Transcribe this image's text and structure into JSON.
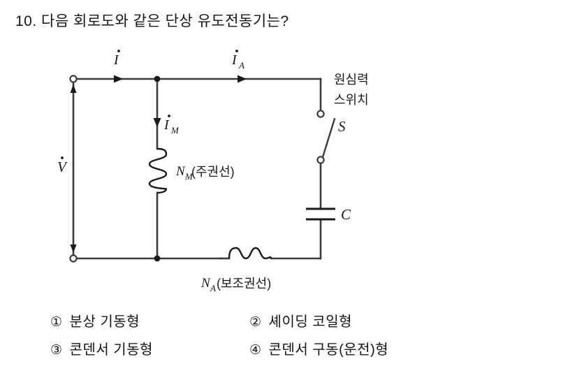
{
  "question": {
    "number": "10.",
    "text": "10. 다음 회로도와 같은 단상 유도전동기는?"
  },
  "figure": {
    "name": "single-phase-induction-motor-circuit",
    "labels": {
      "source_voltage": "V",
      "line_current": "I",
      "main_current": "I",
      "main_current_sub": "M",
      "aux_current": "I",
      "aux_current_sub": "A",
      "main_winding": "N",
      "main_winding_sub": "M",
      "main_winding_text": "(주권선)",
      "aux_winding": "N",
      "aux_winding_sub": "A",
      "aux_winding_text": "(보조권선)",
      "capacitor": "C",
      "switch_symbol": "S",
      "switch_name_line1": "원심력",
      "switch_name_line2": "스위치"
    },
    "colors": {
      "wire": "#3b3b3b",
      "ink": "#1a1a1a",
      "background": "#ffffff"
    }
  },
  "options": [
    {
      "marker": "①",
      "label": "분상 기동형"
    },
    {
      "marker": "②",
      "label": "셰이딩 코일형"
    },
    {
      "marker": "③",
      "label": "콘덴서 기동형"
    },
    {
      "marker": "④",
      "label": "콘덴서 구동(운전)형"
    }
  ]
}
